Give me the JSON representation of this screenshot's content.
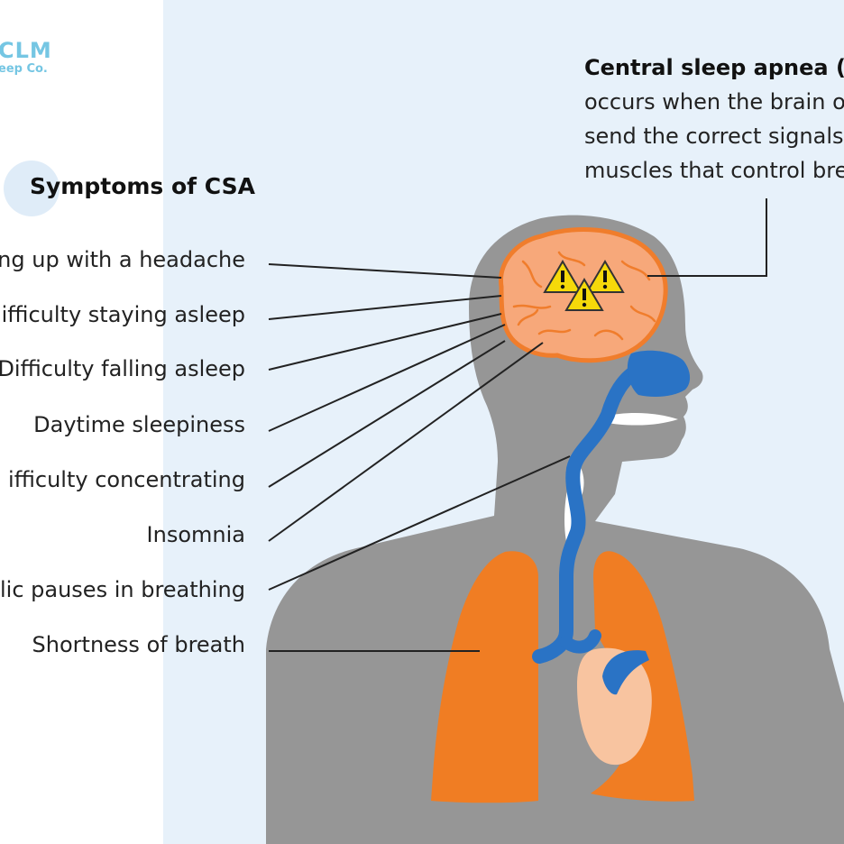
{
  "logo": {
    "main": "CLM",
    "sub": "eep Co."
  },
  "title": "Symptoms of CSA",
  "symptoms": [
    "ng up with a headache",
    "ifficulty staying asleep",
    "Difficulty falling asleep",
    "Daytime sleepiness",
    "ifficulty concentrating",
    "Insomnia",
    "lic pauses in breathing",
    "Shortness of breath"
  ],
  "description": {
    "heading": "Central sleep apnea (CS",
    "lines": [
      "occurs when the brain o",
      "send the correct signals",
      "muscles that control bre"
    ]
  },
  "colors": {
    "panel": "#e7f1fa",
    "body": "#969696",
    "brain": "#f7a87a",
    "brain_outline": "#f07d2c",
    "lungs": "#f07d23",
    "airway": "#2a73c5",
    "heart": "#f8c4a0",
    "warning": "#f5d90a"
  },
  "icons": [
    "warning-icon",
    "warning-icon",
    "warning-icon"
  ]
}
